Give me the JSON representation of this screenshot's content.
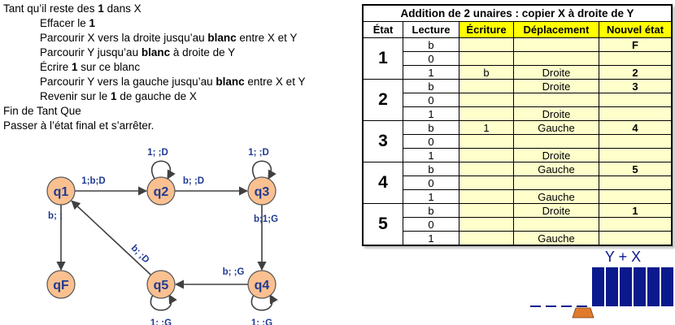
{
  "algorithm": [
    {
      "indent": 0,
      "parts": [
        {
          "t": "Tant qu’il reste des "
        },
        {
          "t": "1",
          "b": true
        },
        {
          "t": " dans X"
        }
      ]
    },
    {
      "indent": 1,
      "parts": [
        {
          "t": "Effacer le "
        },
        {
          "t": "1",
          "b": true
        }
      ]
    },
    {
      "indent": 1,
      "parts": [
        {
          "t": "Parcourir X vers la droite jusqu’au "
        },
        {
          "t": "blanc",
          "b": true
        },
        {
          "t": " entre X et Y"
        }
      ]
    },
    {
      "indent": 1,
      "parts": [
        {
          "t": "Parcourir Y jusqu’au "
        },
        {
          "t": "blanc",
          "b": true
        },
        {
          "t": " à droite de Y"
        }
      ]
    },
    {
      "indent": 1,
      "parts": [
        {
          "t": "Écrire "
        },
        {
          "t": "1",
          "b": true
        },
        {
          "t": " sur ce blanc"
        }
      ]
    },
    {
      "indent": 1,
      "parts": [
        {
          "t": "Parcourir Y vers la gauche jusqu’au "
        },
        {
          "t": "blanc",
          "b": true
        },
        {
          "t": " entre X et Y"
        }
      ]
    },
    {
      "indent": 1,
      "parts": [
        {
          "t": "Revenir sur le "
        },
        {
          "t": "1",
          "b": true
        },
        {
          "t": " de gauche de X"
        }
      ]
    },
    {
      "indent": 0,
      "parts": [
        {
          "t": "Fin de Tant Que"
        }
      ]
    },
    {
      "indent": 0,
      "parts": [
        {
          "t": "Passer à l’état final et s’arrêter."
        }
      ]
    }
  ],
  "diagram": {
    "colors": {
      "node_fill": "#fac090",
      "node_stroke": "#555555",
      "label": "#1f3a93",
      "edge": "#404040"
    },
    "nodes": [
      {
        "id": "q1",
        "label": "q1"
      },
      {
        "id": "q2",
        "label": "q2"
      },
      {
        "id": "q3",
        "label": "q3"
      },
      {
        "id": "q4",
        "label": "q4"
      },
      {
        "id": "q5",
        "label": "q5"
      },
      {
        "id": "qF",
        "label": "qF"
      }
    ],
    "edges": [
      {
        "id": "q1-q2",
        "label": "1;b;D"
      },
      {
        "id": "q2-q3",
        "label": "b; ;D"
      },
      {
        "id": "q3-q4",
        "label": "b;1;G"
      },
      {
        "id": "q4-q5",
        "label": "b; ;G"
      },
      {
        "id": "q5-q1",
        "label": "b; ;D"
      },
      {
        "id": "q1-qF",
        "label": "b; ;"
      },
      {
        "id": "q2-loop",
        "label": "1; ;D"
      },
      {
        "id": "q3-loop",
        "label": "1; ;D"
      },
      {
        "id": "q4-loop",
        "label": "1; ;G"
      },
      {
        "id": "q5-loop",
        "label": "1; ;G"
      }
    ]
  },
  "table": {
    "title": "Addition de 2 unaires : copier X à droite de Y",
    "headers": [
      "État",
      "Lecture",
      "Écriture",
      "Déplacement",
      "Nouvel état"
    ],
    "groups": [
      {
        "state": "1",
        "rows": [
          [
            "b",
            "",
            "",
            "F"
          ],
          [
            "0",
            "",
            "",
            ""
          ],
          [
            "1",
            "b",
            "Droite",
            "2"
          ]
        ]
      },
      {
        "state": "2",
        "rows": [
          [
            "b",
            "",
            "Droite",
            "3"
          ],
          [
            "0",
            "",
            "",
            ""
          ],
          [
            "1",
            "",
            "Droite",
            ""
          ]
        ]
      },
      {
        "state": "3",
        "rows": [
          [
            "b",
            "1",
            "Gauche",
            "4"
          ],
          [
            "0",
            "",
            "",
            ""
          ],
          [
            "1",
            "",
            "Droite",
            ""
          ]
        ]
      },
      {
        "state": "4",
        "rows": [
          [
            "b",
            "",
            "Gauche",
            "5"
          ],
          [
            "0",
            "",
            "",
            ""
          ],
          [
            "1",
            "",
            "Gauche",
            ""
          ]
        ]
      },
      {
        "state": "5",
        "rows": [
          [
            "b",
            "",
            "Droite",
            "1"
          ],
          [
            "0",
            "",
            "",
            ""
          ],
          [
            "1",
            "",
            "Gauche",
            ""
          ]
        ]
      }
    ],
    "colors": {
      "header_highlight": "#ffff00",
      "cell_highlight": "#ffffcc"
    }
  },
  "tape": {
    "label": "Y + X",
    "filled_cells": 6,
    "blank_cells": 4,
    "colors": {
      "cell": "#0a1a8c",
      "head": "#e07b2e"
    }
  }
}
